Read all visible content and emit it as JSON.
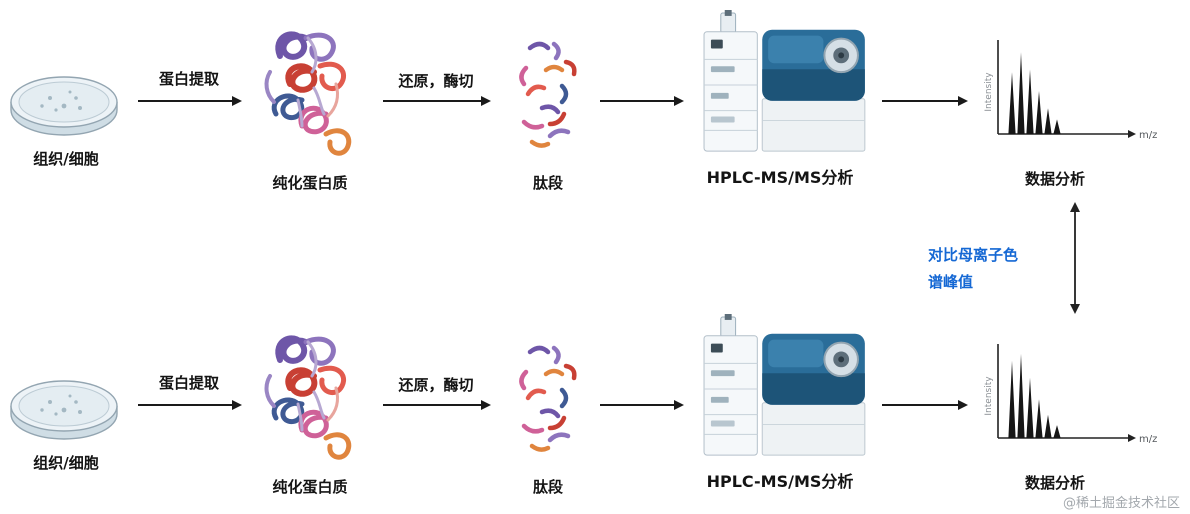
{
  "rows": [
    {
      "sample": "组织/细胞",
      "step1": "蛋白提取",
      "protein": "纯化蛋白质",
      "step2": "还原，酶切",
      "peptides": "肽段",
      "instrument": "HPLC-MS/MS分析",
      "analysis": "数据分析",
      "spectrum": {
        "ylabel": "Intensity",
        "xlabel": "m/z",
        "peaks": [
          0.72,
          0.95,
          0.75,
          0.5,
          0.3,
          0.17
        ]
      }
    },
    {
      "sample": "组织/细胞",
      "step1": "蛋白提取",
      "protein": "纯化蛋白质",
      "step2": "还原，酶切",
      "peptides": "肽段",
      "instrument": "HPLC-MS/MS分析",
      "analysis": "数据分析",
      "spectrum": {
        "ylabel": "Intensity",
        "xlabel": "m/z",
        "peaks": [
          0.9,
          0.98,
          0.7,
          0.45,
          0.27,
          0.15
        ]
      }
    }
  ],
  "compare": {
    "line1": "对比母离子色",
    "line2": "谱峰值",
    "color": "#1568d4"
  },
  "watermark": "@稀土掘金技术社区"
}
